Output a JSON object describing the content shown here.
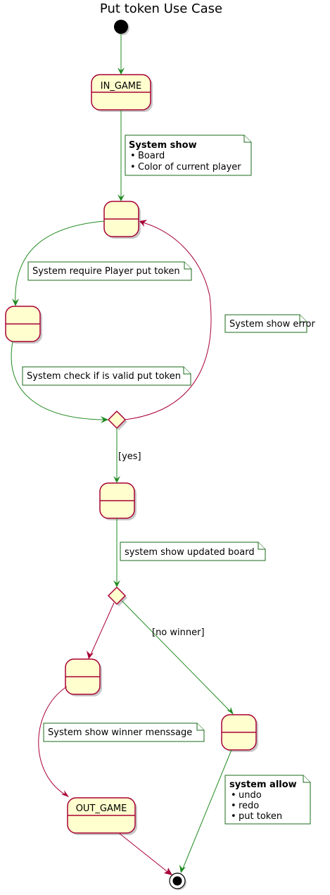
{
  "title": "Put token Use Case",
  "states": {
    "in_game": "IN_GAME",
    "out_game": "OUT_GAME"
  },
  "notes": {
    "system_show": {
      "title": "System show",
      "items": [
        "Board",
        "Color of current player"
      ]
    },
    "require_put": "System require Player put token",
    "check_valid": "System check if is valid put token",
    "show_error": "System show error",
    "updated_board": "system show updated board",
    "winner_message": "System show winner menssage",
    "system_allow": {
      "title": "system allow",
      "items": [
        "undo",
        "redo",
        "put token"
      ]
    }
  },
  "guards": {
    "yes": "[yes]",
    "no_winner": "[no winner]"
  },
  "colors": {
    "state_fill": "#FEFECE",
    "state_border": "#A80036",
    "green_arrow": "#228B22",
    "red_arrow": "#A80036"
  }
}
